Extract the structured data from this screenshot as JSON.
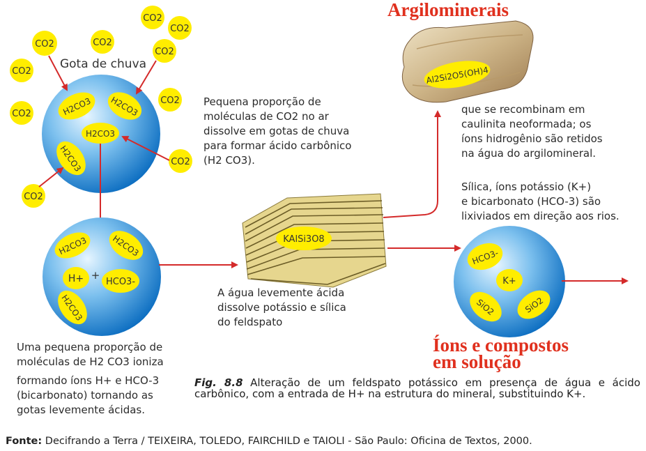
{
  "co2_label": "CO2",
  "rain": {
    "title": "Gota de chuva",
    "molecule": "H2CO3"
  },
  "ionized_drop": {
    "h_ion": "H+",
    "plus": "+",
    "bicarbonate": "HCO3-",
    "molecule": "H2CO3"
  },
  "feldspar": {
    "formula": "KAlSi3O8"
  },
  "clay": {
    "title": "Argilominerais",
    "formula": "Al2Si2O5(OH)4"
  },
  "solution": {
    "title_line1": "Íons e compostos",
    "title_line2": "em solução",
    "ion_k": "K+",
    "ion_hco3": "HCO3-",
    "silica": "SiO2"
  },
  "texts": {
    "co2_dissolve": [
      "Pequena proporção de",
      "moléculas de CO2 no ar",
      "dissolve em gotas de chuva",
      "para formar ácido carbônico",
      "(H2 CO3)."
    ],
    "recombine": [
      "que se recombinam em",
      "caulinita neoformada; os",
      "íons hidrogênio são retidos",
      "na água do argilomineral."
    ],
    "leached": [
      "Sílica, íons potássio (K+)",
      "e bicarbonato (HCO-3) são",
      "lixiviados em direção aos rios."
    ],
    "acid_water": [
      "A água levemente ácida",
      "dissolve potássio e sílica",
      "do feldspato"
    ],
    "ionize": [
      "Uma pequena proporção de",
      "moléculas de H2 CO3 ioniza",
      "formando íons H+ e  HCO-3",
      "(bicarbonato) tornando as",
      "gotas levemente ácidas."
    ]
  },
  "caption": {
    "label": "Fig. 8.8",
    "text": "Alteração de um feldspato potássico em presença de água e ácido carbônico, com a entrada de H+ na estrutura do mineral, substituindo K+."
  },
  "source": {
    "label": "Fonte:",
    "text": "Decifrando a Terra / TEIXEIRA, TOLEDO, FAIRCHILD e TAIOLI  - São Paulo: Oficina de Textos, 2000."
  },
  "colors": {
    "arrow": "#d42a2a",
    "bubble": "#ffed00",
    "sphere_light": "#d8eefc",
    "sphere_dark": "#0a74c8",
    "title_red": "#e0301e",
    "rock": "#d8c59a"
  }
}
